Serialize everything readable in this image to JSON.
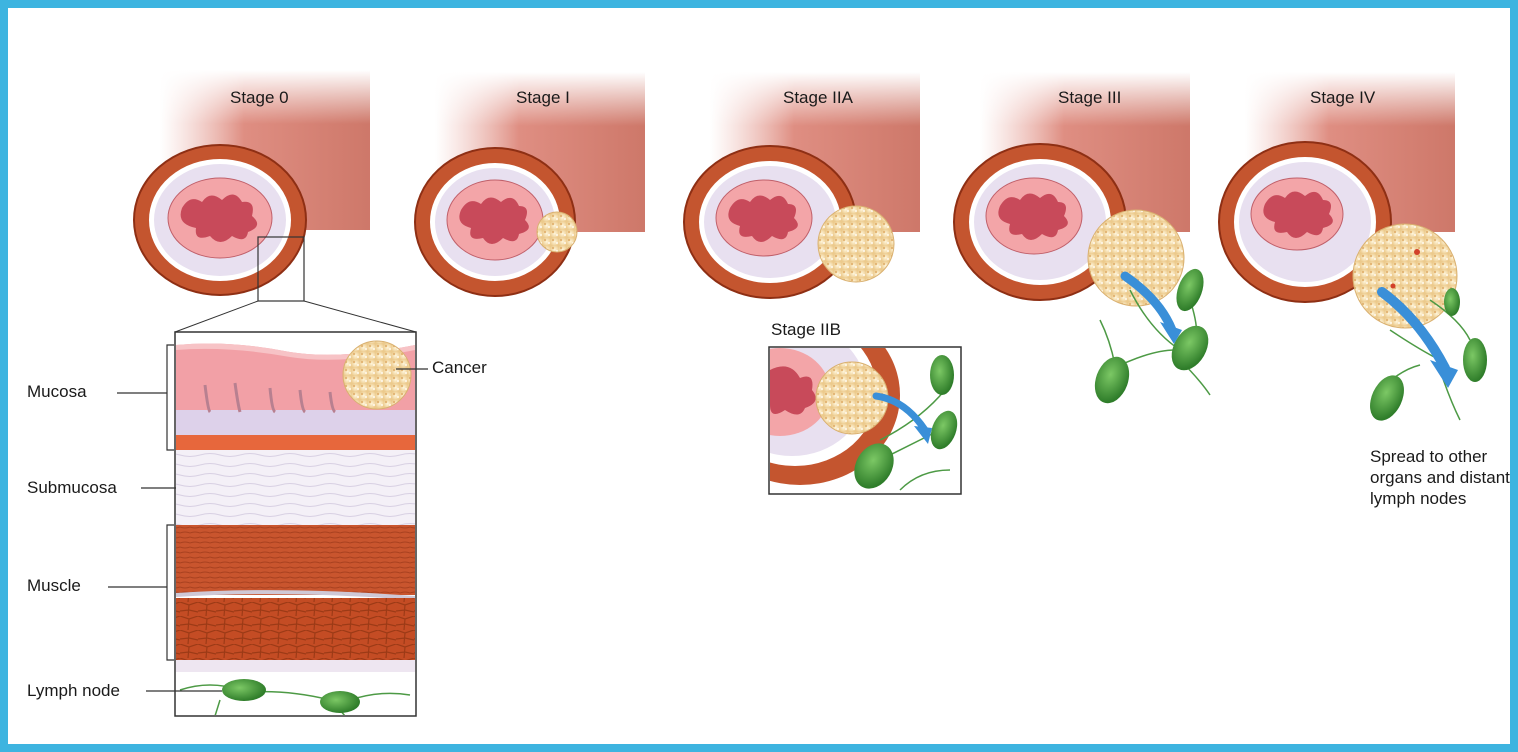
{
  "stages": [
    {
      "label": "Stage 0"
    },
    {
      "label": "Stage I"
    },
    {
      "label": "Stage IIA"
    },
    {
      "label": "Stage III"
    },
    {
      "label": "Stage IV"
    }
  ],
  "inset_stage": {
    "label": "Stage IIB"
  },
  "layers": {
    "mucosa": "Mucosa",
    "submucosa": "Submucosa",
    "muscle": "Muscle",
    "lymph_node": "Lymph node"
  },
  "cancer_label": "Cancer",
  "spread_lines": [
    "Spread to other",
    "organs and distant",
    "lymph nodes"
  ],
  "colors": {
    "frame": "#3db4e0",
    "muscle": "#c9552e",
    "mucosa": "#f2a0a6",
    "submucosa": "#e4ddee",
    "tumor": "#f3ddb0",
    "lymph_node": "#3f9a3a",
    "arrow": "#3a8fd8"
  }
}
